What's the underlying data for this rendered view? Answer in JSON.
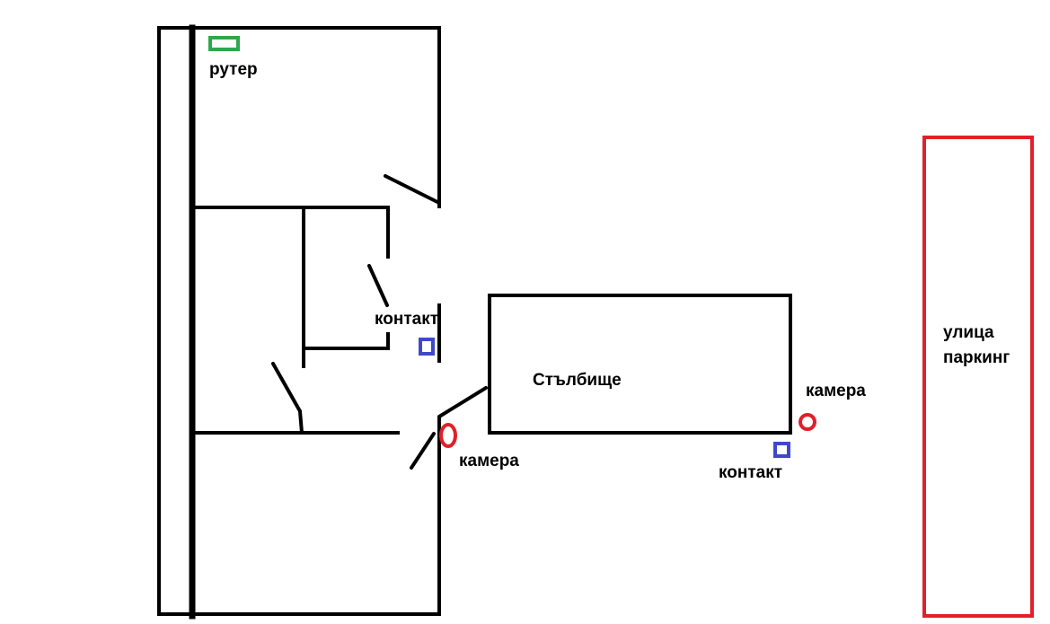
{
  "labels": {
    "router": "рутер",
    "contact_inside": "контакт",
    "stairwell": "Стълбище",
    "camera_door": "камера",
    "camera_outside": "камера",
    "contact_outside": "контакт",
    "street_line1": "улица",
    "street_line2": "паркинг"
  },
  "colors": {
    "wall": "#000000",
    "router": "#2ea84a",
    "contact": "#3f48cc",
    "camera": "#e0202a",
    "street": "#e0202a"
  }
}
